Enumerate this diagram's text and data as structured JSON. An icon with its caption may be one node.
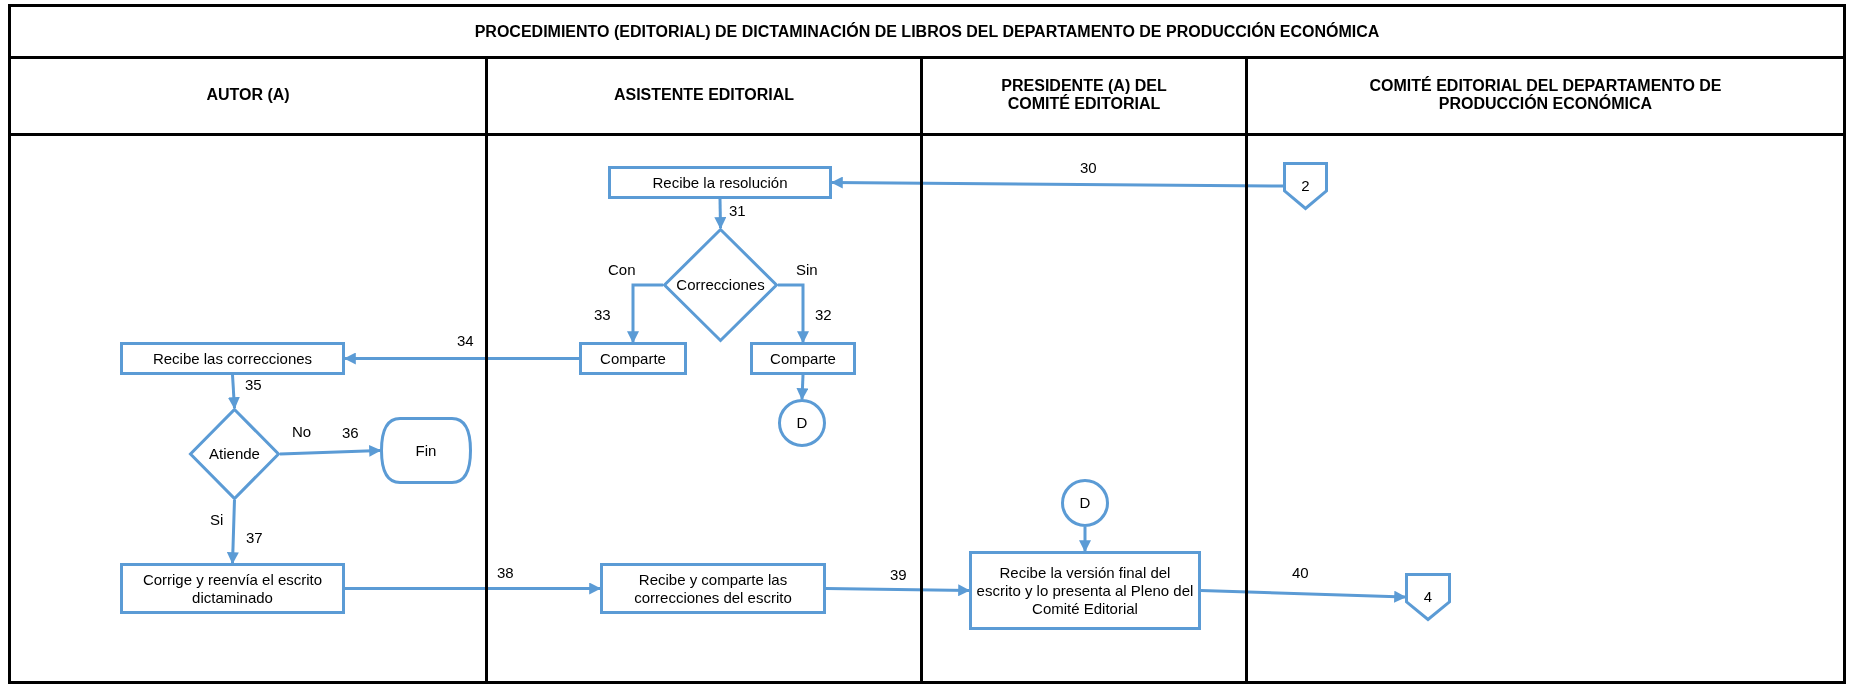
{
  "diagram": {
    "title": "PROCEDIMIENTO (EDITORIAL) DE DICTAMINACIÓN DE LIBROS DEL DEPARTAMENTO DE PRODUCCIÓN ECONÓMICA",
    "nodes": [
      {
        "text": [
          "AUTOR (A)"
        ]
      },
      {
        "text": [
          "ASISTENTE EDITORIAL"
        ]
      },
      {
        "text": [
          "PRESIDENTE (A) DEL COMITÉ EDITORIAL"
        ]
      },
      {
        "text": [
          "COMITÉ EDITORIAL DEL DEPARTAMENTO DE PRODUCCIÓN ECONÓMICA"
        ]
      },
      {
        "text": [
          "Recibe la resolución"
        ],
        "in": 1
      },
      {
        "text": [
          "2"
        ],
        "in": 3
      },
      {
        "text": [
          "Correcciones"
        ],
        "in": 1
      },
      {
        "text": [
          "Comparte"
        ],
        "in": 1
      },
      {
        "text": [
          "Comparte"
        ],
        "in": 1
      },
      {
        "text": [
          "D"
        ],
        "in": 1
      },
      {
        "text": [
          "Recibe las correcciones"
        ],
        "in": 0
      },
      {
        "text": [
          "Atiende"
        ],
        "in": 0
      },
      {
        "text": [
          "Fin"
        ],
        "in": 0
      },
      {
        "text": [
          "Corrige y reenvía el escrito dictaminado"
        ],
        "in": 0
      },
      {
        "text": [
          "Recibe y comparte las correcciones del escrito"
        ],
        "in": 1
      },
      {
        "text": [
          "D"
        ],
        "in": 2
      },
      {
        "text": [
          "Recibe la versión final del escrito y lo presenta al Pleno del Comité Editorial"
        ],
        "in": 2
      },
      {
        "text": [
          "4"
        ],
        "in": 3
      }
    ],
    "edges": [
      {
        "from": 5,
        "to": 4,
        "arrow": "to",
        "label": "30"
      },
      {
        "from": 4,
        "to": 6,
        "arrow": "to",
        "label": "31"
      },
      {
        "from": 6,
        "to": 7,
        "arrow": "to",
        "label": "33"
      },
      {
        "from": 6,
        "to": 8,
        "arrow": "to",
        "label": "32"
      },
      {
        "from": 7,
        "to": 10,
        "arrow": "to",
        "label": "34"
      },
      {
        "from": 8,
        "to": 9,
        "arrow": "to"
      },
      {
        "from": 10,
        "to": 11,
        "arrow": "to",
        "label": "35"
      },
      {
        "from": 11,
        "to": 12,
        "arrow": "to",
        "label": "36"
      },
      {
        "from": 11,
        "to": 13,
        "arrow": "to",
        "label": "37"
      },
      {
        "from": 13,
        "to": 14,
        "arrow": "to",
        "label": "38"
      },
      {
        "from": 14,
        "to": 16,
        "arrow": "to",
        "label": "39"
      },
      {
        "from": 15,
        "to": 16,
        "arrow": "to"
      },
      {
        "from": 16,
        "to": 17,
        "arrow": "to",
        "label": "40"
      }
    ],
    "labels": [
      "Con",
      "Sin",
      "No",
      "Si"
    ]
  }
}
